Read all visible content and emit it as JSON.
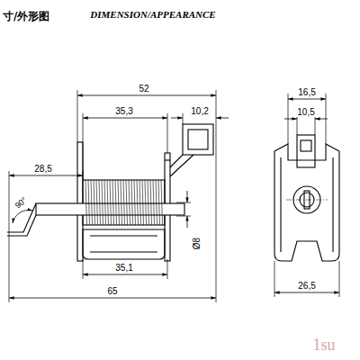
{
  "diagram": {
    "title": "寸/外形图",
    "labels": [
      "DIMENSION/APPEARANCE",
      "52",
      "35,3",
      "10,2",
      "28,5",
      "90°",
      "Ø8",
      "35,1",
      "65",
      "16,5",
      "10,5",
      "26,5",
      "1su"
    ]
  }
}
